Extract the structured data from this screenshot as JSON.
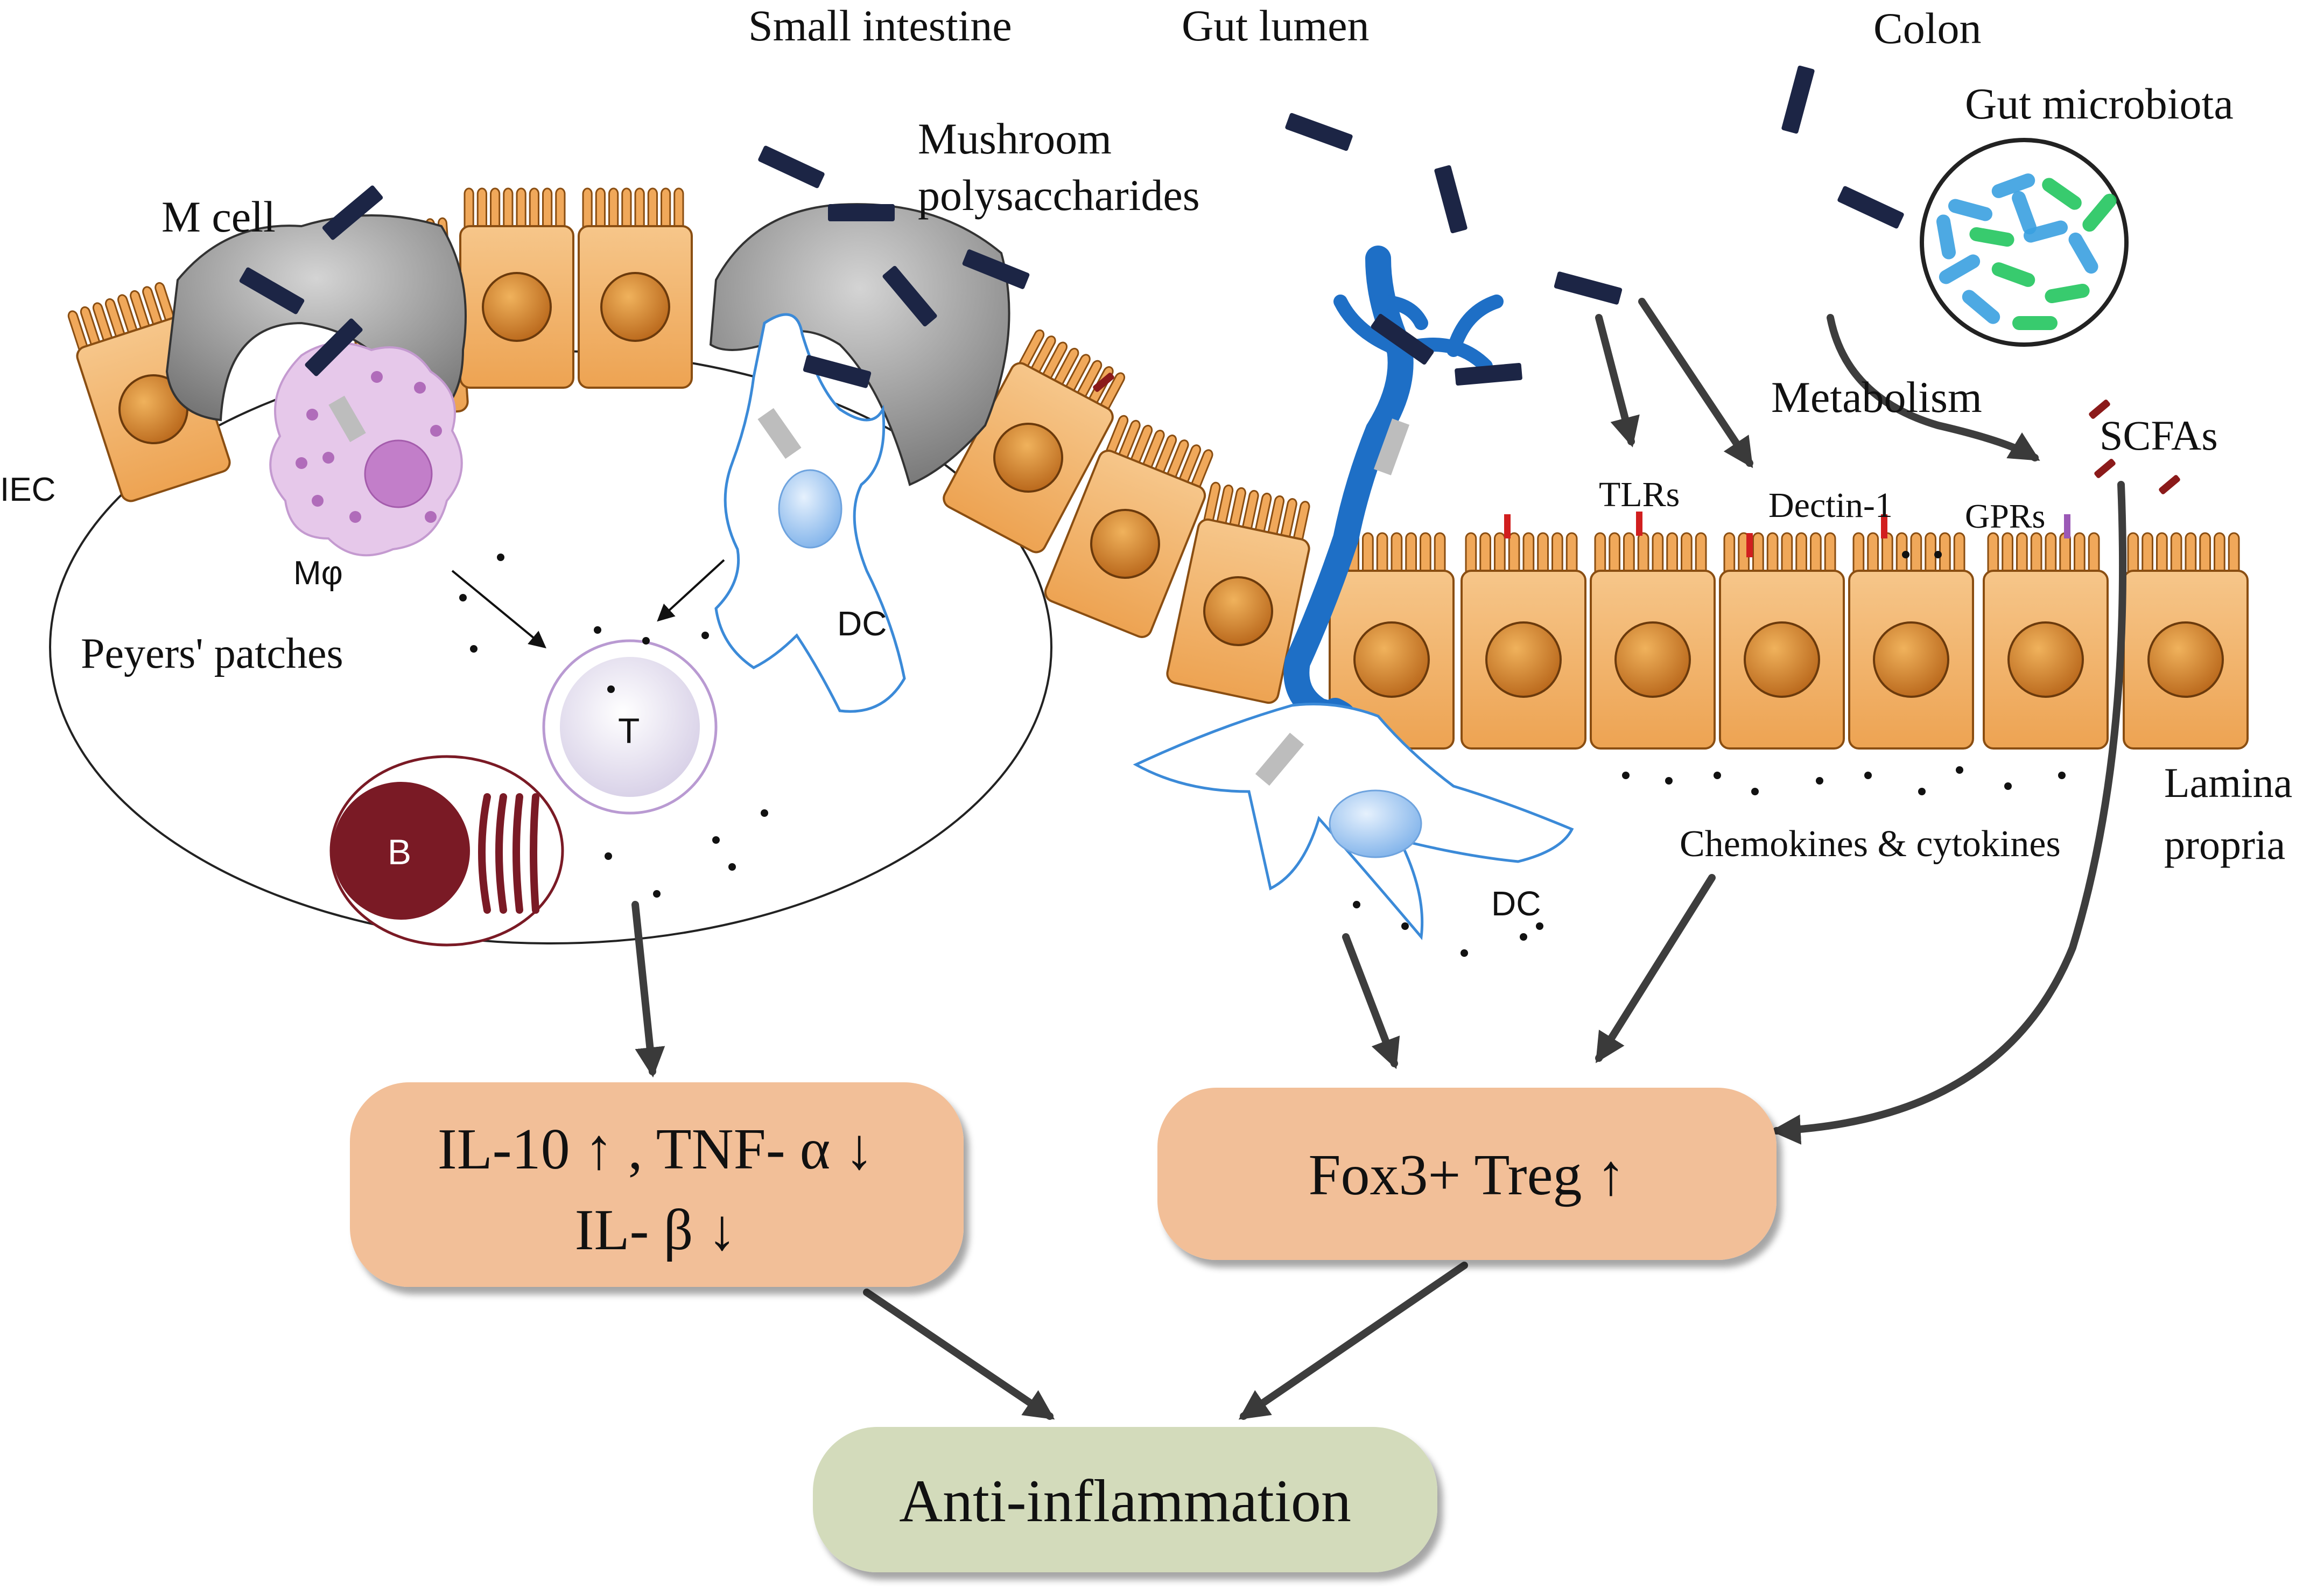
{
  "labels": {
    "small_intestine": "Small intestine",
    "gut_lumen": "Gut lumen",
    "colon": "Colon",
    "gut_microbiota": "Gut microbiota",
    "mushroom_line1": "Mushroom",
    "mushroom_line2": "polysaccharides",
    "m_cell": "M cell",
    "iec": "IEC",
    "macrophage": "Mφ",
    "peyers_patches": "Peyers' patches",
    "dc_left": "DC",
    "t_cell": "T",
    "b_cell": "B",
    "dc_right": "DC",
    "metabolism": "Metabolism",
    "scfas": "SCFAs",
    "tlrs": "TLRs",
    "dectin": "Dectin-1",
    "gprs": "GPRs",
    "chemokines": "Chemokines & cytokines",
    "lamina_line1": "Lamina",
    "lamina_line2": "propria"
  },
  "boxes": {
    "cytokine_line1": "IL-10 ↑ , TNF- α  ↓",
    "cytokine_line2": "IL- β  ↓",
    "treg": "Fox3+ Treg ↑",
    "outcome": "Anti-inflammation"
  },
  "colors": {
    "epithelium": "#f0a85a",
    "epithelium_light": "#f7c98d",
    "nucleus": "#c9761f",
    "box_orange": "#f2bf98",
    "box_green": "#d3dbbb",
    "polysaccharide": "#1c2545",
    "m_cell": "#8a8a8a",
    "dc_blue": "#1e6fc6",
    "b_cell": "#7a1a25",
    "macrophage": "#d8a8dc",
    "arrow": "#3a3a3a",
    "microbe_green": "#22c55e",
    "microbe_blue": "#3aa0e0"
  }
}
